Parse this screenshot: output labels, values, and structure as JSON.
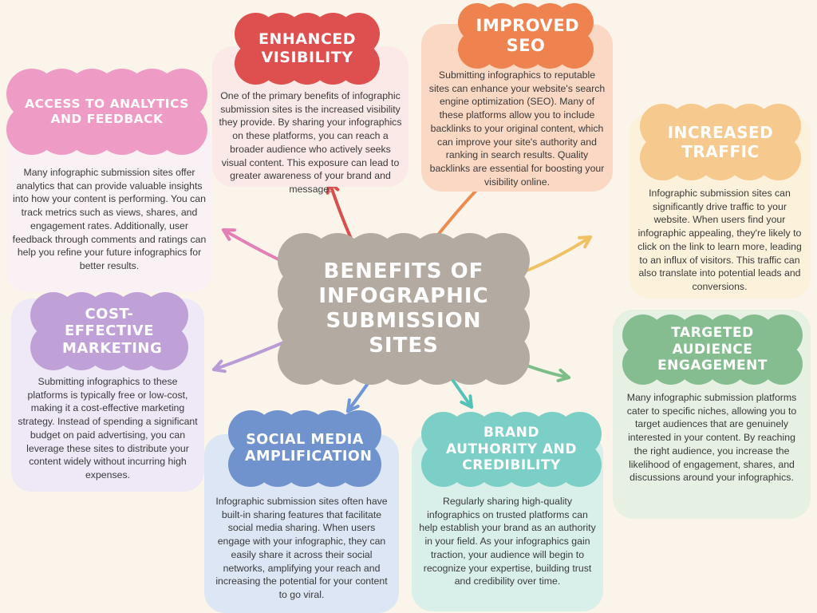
{
  "page": {
    "background": "#FAF4EA",
    "body_text_color": "#3A3A3A"
  },
  "center": {
    "id": "center",
    "title": "BENEFITS OF INFOGRAPHIC SUBMISSION SITES",
    "color": "#B3AAA1",
    "title_color": "#FFFFFF"
  },
  "nodes": [
    {
      "id": "analytics",
      "title": "ACCESS TO ANALYTICS AND FEEDBACK",
      "cloud_color": "#EE9BC5",
      "arrow_color": "#E37FB4",
      "body_bg": "#FAF1F5",
      "body": "Many infographic submission sites offer analytics that can provide valuable insights into how your content is performing. You can track metrics such as views, shares, and engagement rates. Additionally, user feedback through comments and ratings can help you refine your future infographics for better results."
    },
    {
      "id": "enhanced",
      "title": "ENHANCED VISIBILITY",
      "cloud_color": "#DE4F4F",
      "arrow_color": "#D94F4C",
      "body_bg": "#FBE9E7",
      "body": "One of the primary benefits of infographic submission sites is the increased visibility they provide. By sharing your infographics on these platforms, you can reach a broader audience who actively seeks visual content. This exposure can lead to greater awareness of your brand and message."
    },
    {
      "id": "seo",
      "title": "IMPROVED SEO",
      "cloud_color": "#EF8350",
      "arrow_color": "#ED8A4E",
      "body_bg": "#FBD8C3",
      "body": "Submitting infographics to reputable sites can enhance your website's search engine optimization (SEO). Many of these platforms allow you to include backlinks to your original content, which can improve your site's authority and ranking in search results. Quality backlinks are essential for boosting your visibility online."
    },
    {
      "id": "traffic",
      "title": "INCREASED TRAFFIC",
      "cloud_color": "#F6C98E",
      "arrow_color": "#EFC163",
      "body_bg": "#FCF2DC",
      "body": "Infographic submission sites can significantly drive traffic to your website. When users find your infographic appealing, they're likely to click on the link to learn more, leading to an influx of visitors. This traffic can also translate into potential leads and conversions."
    },
    {
      "id": "targeted",
      "title": "TARGETED AUDIENCE ENGAGEMENT",
      "cloud_color": "#85BD90",
      "arrow_color": "#7CBD88",
      "body_bg": "#E7F1E3",
      "body": "Many infographic submission platforms cater to specific niches, allowing you to target audiences that are genuinely interested in your content. By reaching the right audience, you increase the likelihood of engagement, shares, and discussions around your infographics."
    },
    {
      "id": "brand",
      "title": "BRAND AUTHORITY AND CREDIBILITY",
      "cloud_color": "#7BCFC6",
      "arrow_color": "#54C2B8",
      "body_bg": "#D9F0EA",
      "body": "Regularly sharing high-quality infographics on trusted platforms can help establish your brand as an authority in your field. As your infographics gain traction, your audience will begin to recognize your expertise, building trust and credibility over time."
    },
    {
      "id": "social",
      "title": "SOCIAL MEDIA AMPLIFICATION",
      "cloud_color": "#7093CD",
      "arrow_color": "#6E96D8",
      "body_bg": "#DCE6F4",
      "body": "Infographic submission sites often have built-in sharing features that facilitate social media sharing. When users engage with your infographic, they can easily share it across their social networks, amplifying your reach and increasing the potential for your content to go viral."
    },
    {
      "id": "cost",
      "title": "COST-EFFECTIVE MARKETING",
      "cloud_color": "#BFA1D8",
      "arrow_color": "#B99BD6",
      "body_bg": "#EFE8F6",
      "body": "Submitting infographics to these platforms is typically free or low-cost, making it a cost-effective marketing strategy. Instead of spending a significant budget on paid advertising, you can leverage these sites to distribute your content widely without incurring high expenses."
    }
  ]
}
